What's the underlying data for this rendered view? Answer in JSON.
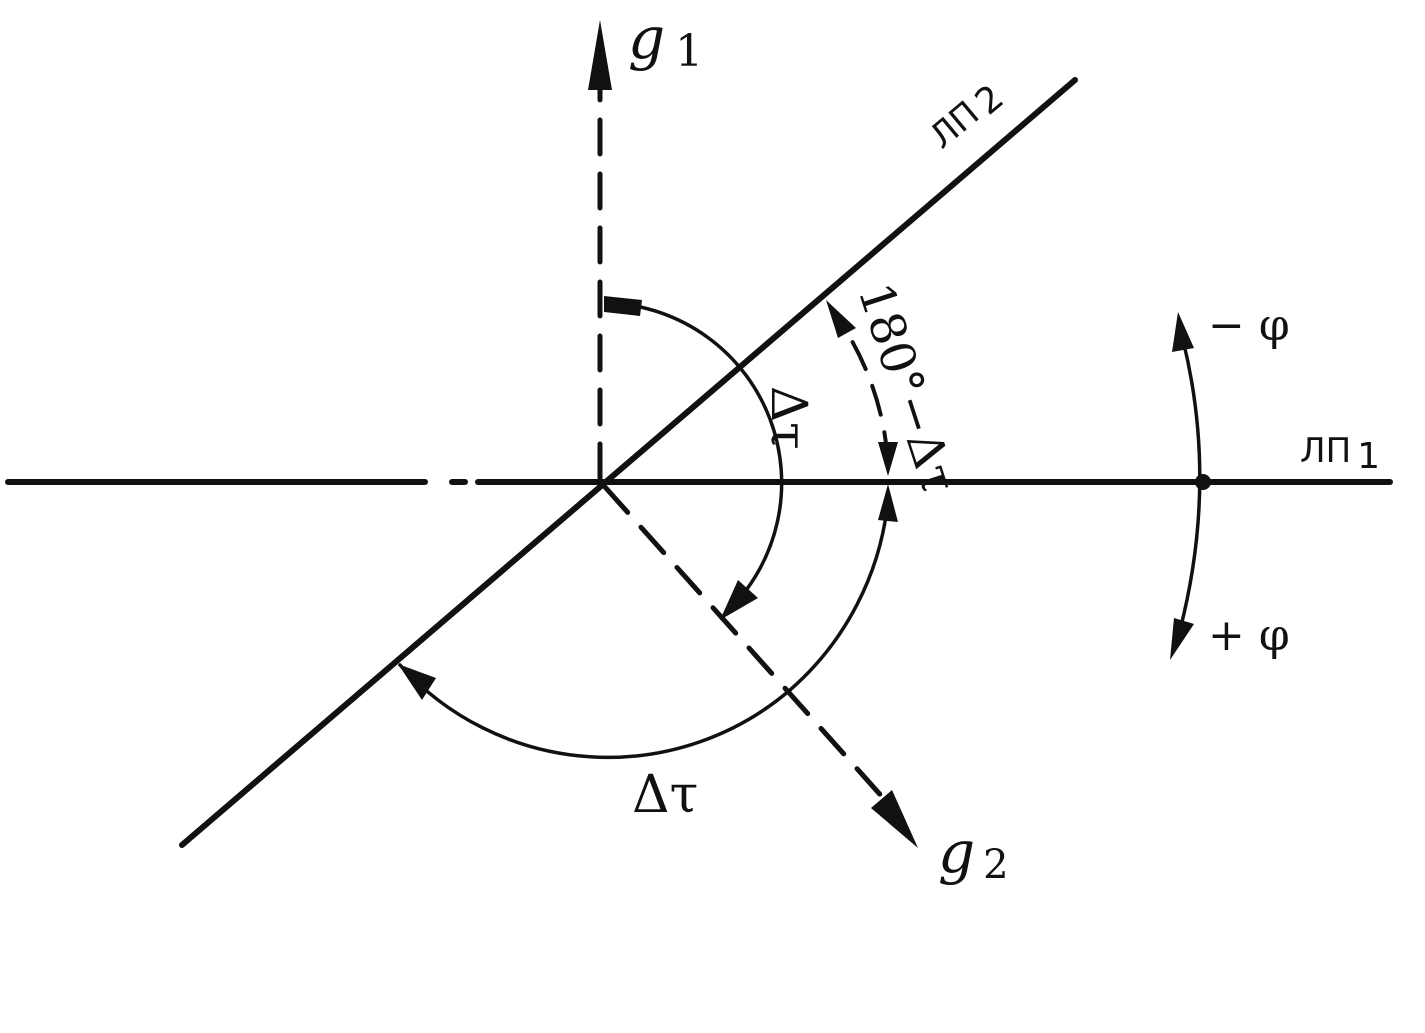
{
  "labels": {
    "g1_letter": "g",
    "g1_sub": "1",
    "g2_letter": "g",
    "g2_sub": "2",
    "lp1": "ЛП",
    "lp1_sub": "1",
    "lp2": "ЛП",
    "lp2_sub": "2",
    "minus_phi": "− φ",
    "plus_phi": "+ φ",
    "delta_tau_inner": "Δτ",
    "delta_tau_bottom": "Δτ",
    "supplement_angle": "180°−Δτ"
  }
}
